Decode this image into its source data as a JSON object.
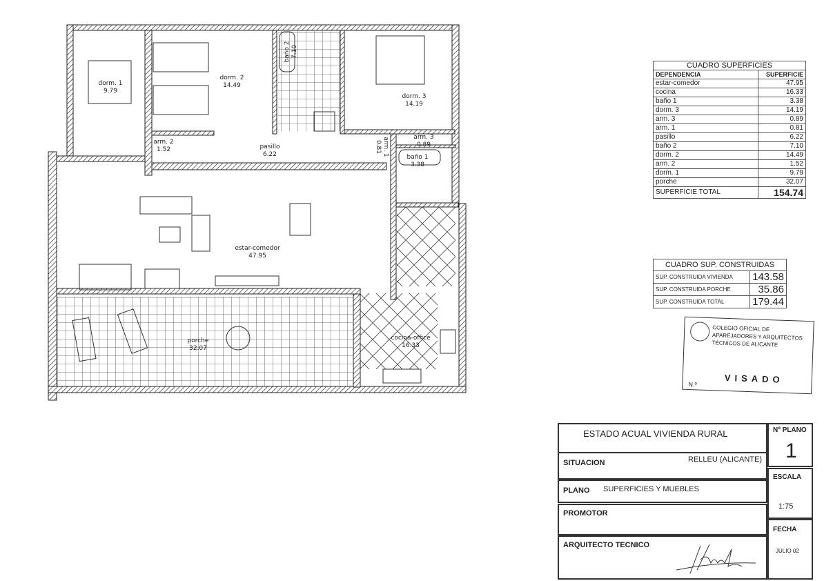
{
  "plan": {
    "rooms": [
      {
        "name": "dorm. 1",
        "area": "9.79"
      },
      {
        "name": "dorm. 2",
        "area": "14.49"
      },
      {
        "name": "baño 2",
        "area": "7.10"
      },
      {
        "name": "dorm. 3",
        "area": "14.19"
      },
      {
        "name": "arm. 2",
        "area": "1.52"
      },
      {
        "name": "pasillo",
        "area": "6.22"
      },
      {
        "name": "arm. 1",
        "area": "0.81"
      },
      {
        "name": "arm. 3",
        "area": "0.89"
      },
      {
        "name": "baño 1",
        "area": "3.38"
      },
      {
        "name": "estar-comedor",
        "area": "47.95"
      },
      {
        "name": "porche",
        "area": "32.07"
      },
      {
        "name": "cocina-office",
        "area": "16.33"
      }
    ]
  },
  "cuadro_superficies": {
    "title": "CUADRO SUPERFICIES",
    "headers": [
      "DEPENDENCIA",
      "SUPERFICIE"
    ],
    "rows": [
      [
        "estar-comedor",
        "47.95"
      ],
      [
        "cocina",
        "16.33"
      ],
      [
        "baño 1",
        "3.38"
      ],
      [
        "dorm. 3",
        "14.19"
      ],
      [
        "arm. 3",
        "0.89"
      ],
      [
        "arm. 1",
        "0.81"
      ],
      [
        "pasillo",
        "6.22"
      ],
      [
        "baño 2",
        "7.10"
      ],
      [
        "dorm. 2",
        "14.49"
      ],
      [
        "arm. 2",
        "1.52"
      ],
      [
        "dorm. 1",
        "9.79"
      ],
      [
        "porche",
        "32.07"
      ]
    ],
    "total_label": "SUPERFICIE TOTAL",
    "total_value": "154.74"
  },
  "cuadro_construidas": {
    "title": "CUADRO SUP. CONSTRUIDAS",
    "rows": [
      [
        "SUP. CONSTRUIDA VIVIENDA",
        "143.58"
      ],
      [
        "SUP. CONSTRUIDA PORCHE",
        "35.86"
      ],
      [
        "SUP. CONSTRUIDA TOTAL",
        "179.44"
      ]
    ]
  },
  "stamp": {
    "org": "COLEGIO OFICIAL DE APAREJADORES Y ARQUITECTOS TÉCNICOS DE ALICANTE",
    "visado": "VISADO",
    "number_label": "N.º"
  },
  "cajetin": {
    "title": "ESTADO ACUAL VIVIENDA RURAL",
    "situacion_label": "SITUACION",
    "situacion_value": "RELLEU (ALICANTE)",
    "plano_label": "PLANO",
    "plano_value": "SUPERFICIES Y MUEBLES",
    "promotor_label": "PROMOTOR",
    "arquitecto_label": "ARQUITECTO TECNICO",
    "nplano_label": "Nº PLANO",
    "nplano_value": "1",
    "escala_label": "ESCALA",
    "escala_value": "1:75",
    "fecha_label": "FECHA",
    "fecha_value": "JULIO 02"
  }
}
